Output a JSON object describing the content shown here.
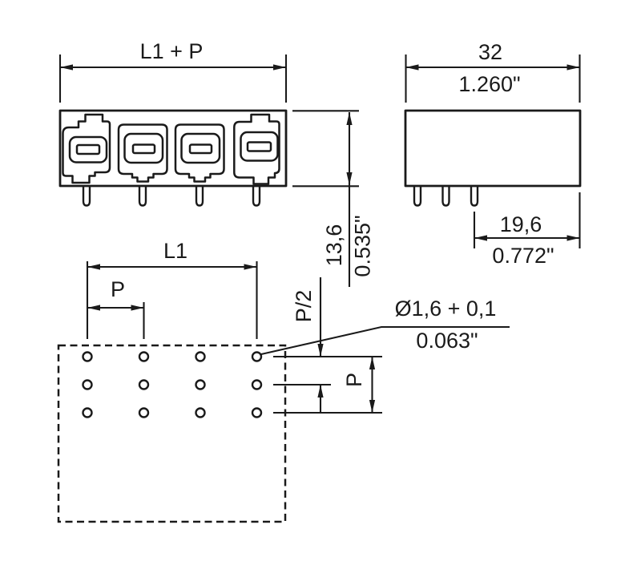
{
  "colors": {
    "background": "#ffffff",
    "line": "#1a1a1a"
  },
  "front_view": {
    "width_dim": "L1 + P",
    "height_dim_mm": "13,6",
    "height_dim_inch": "0.535\""
  },
  "side_view": {
    "width_dim_mm": "32",
    "width_dim_inch": "1.260\"",
    "pin_setback_mm": "19,6",
    "pin_setback_inch": "0.772\""
  },
  "drill_plan": {
    "length_dim": "L1",
    "pitch_dim": "P",
    "half_pitch_dim": "P/2",
    "row_pitch_dim": "P",
    "hole_diameter_mm": "Ø1,6 + 0,1",
    "hole_diameter_inch": "0.063\"",
    "hole_columns": 4,
    "hole_rows": 3
  }
}
